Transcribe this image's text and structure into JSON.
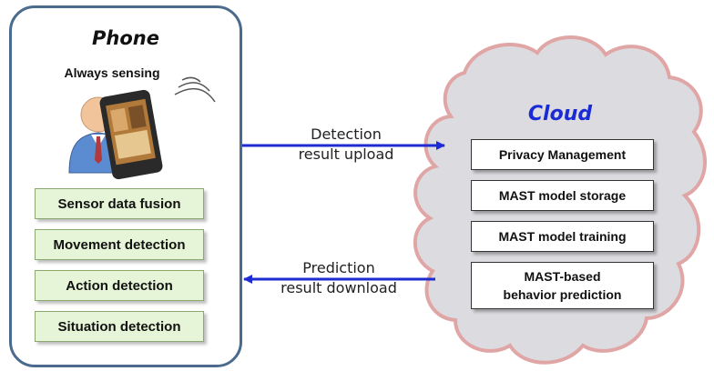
{
  "phone": {
    "title": "Phone",
    "subtitle": "Always sensing",
    "modules": [
      "Sensor data fusion",
      "Movement detection",
      "Action detection",
      "Situation detection"
    ]
  },
  "cloud": {
    "title": "Cloud",
    "modules": [
      "Privacy Management",
      "MAST model storage",
      "MAST model training",
      "MAST-based\nbehavior prediction"
    ]
  },
  "arrows": {
    "upload": {
      "line1": "Detection",
      "line2": "result upload"
    },
    "download": {
      "line1": "Prediction",
      "line2": "result download"
    }
  },
  "colors": {
    "phone_border": "#4a6a8e",
    "module_fill": "#e6f5d8",
    "cloud_fill": "#dcdce0",
    "cloud_outline": "#e0a6a6",
    "cloud_title": "#1a2bd6",
    "arrow": "#1c2bd2"
  },
  "icons": [
    "user-icon",
    "smartphone-icon",
    "signal-waves-icon"
  ]
}
